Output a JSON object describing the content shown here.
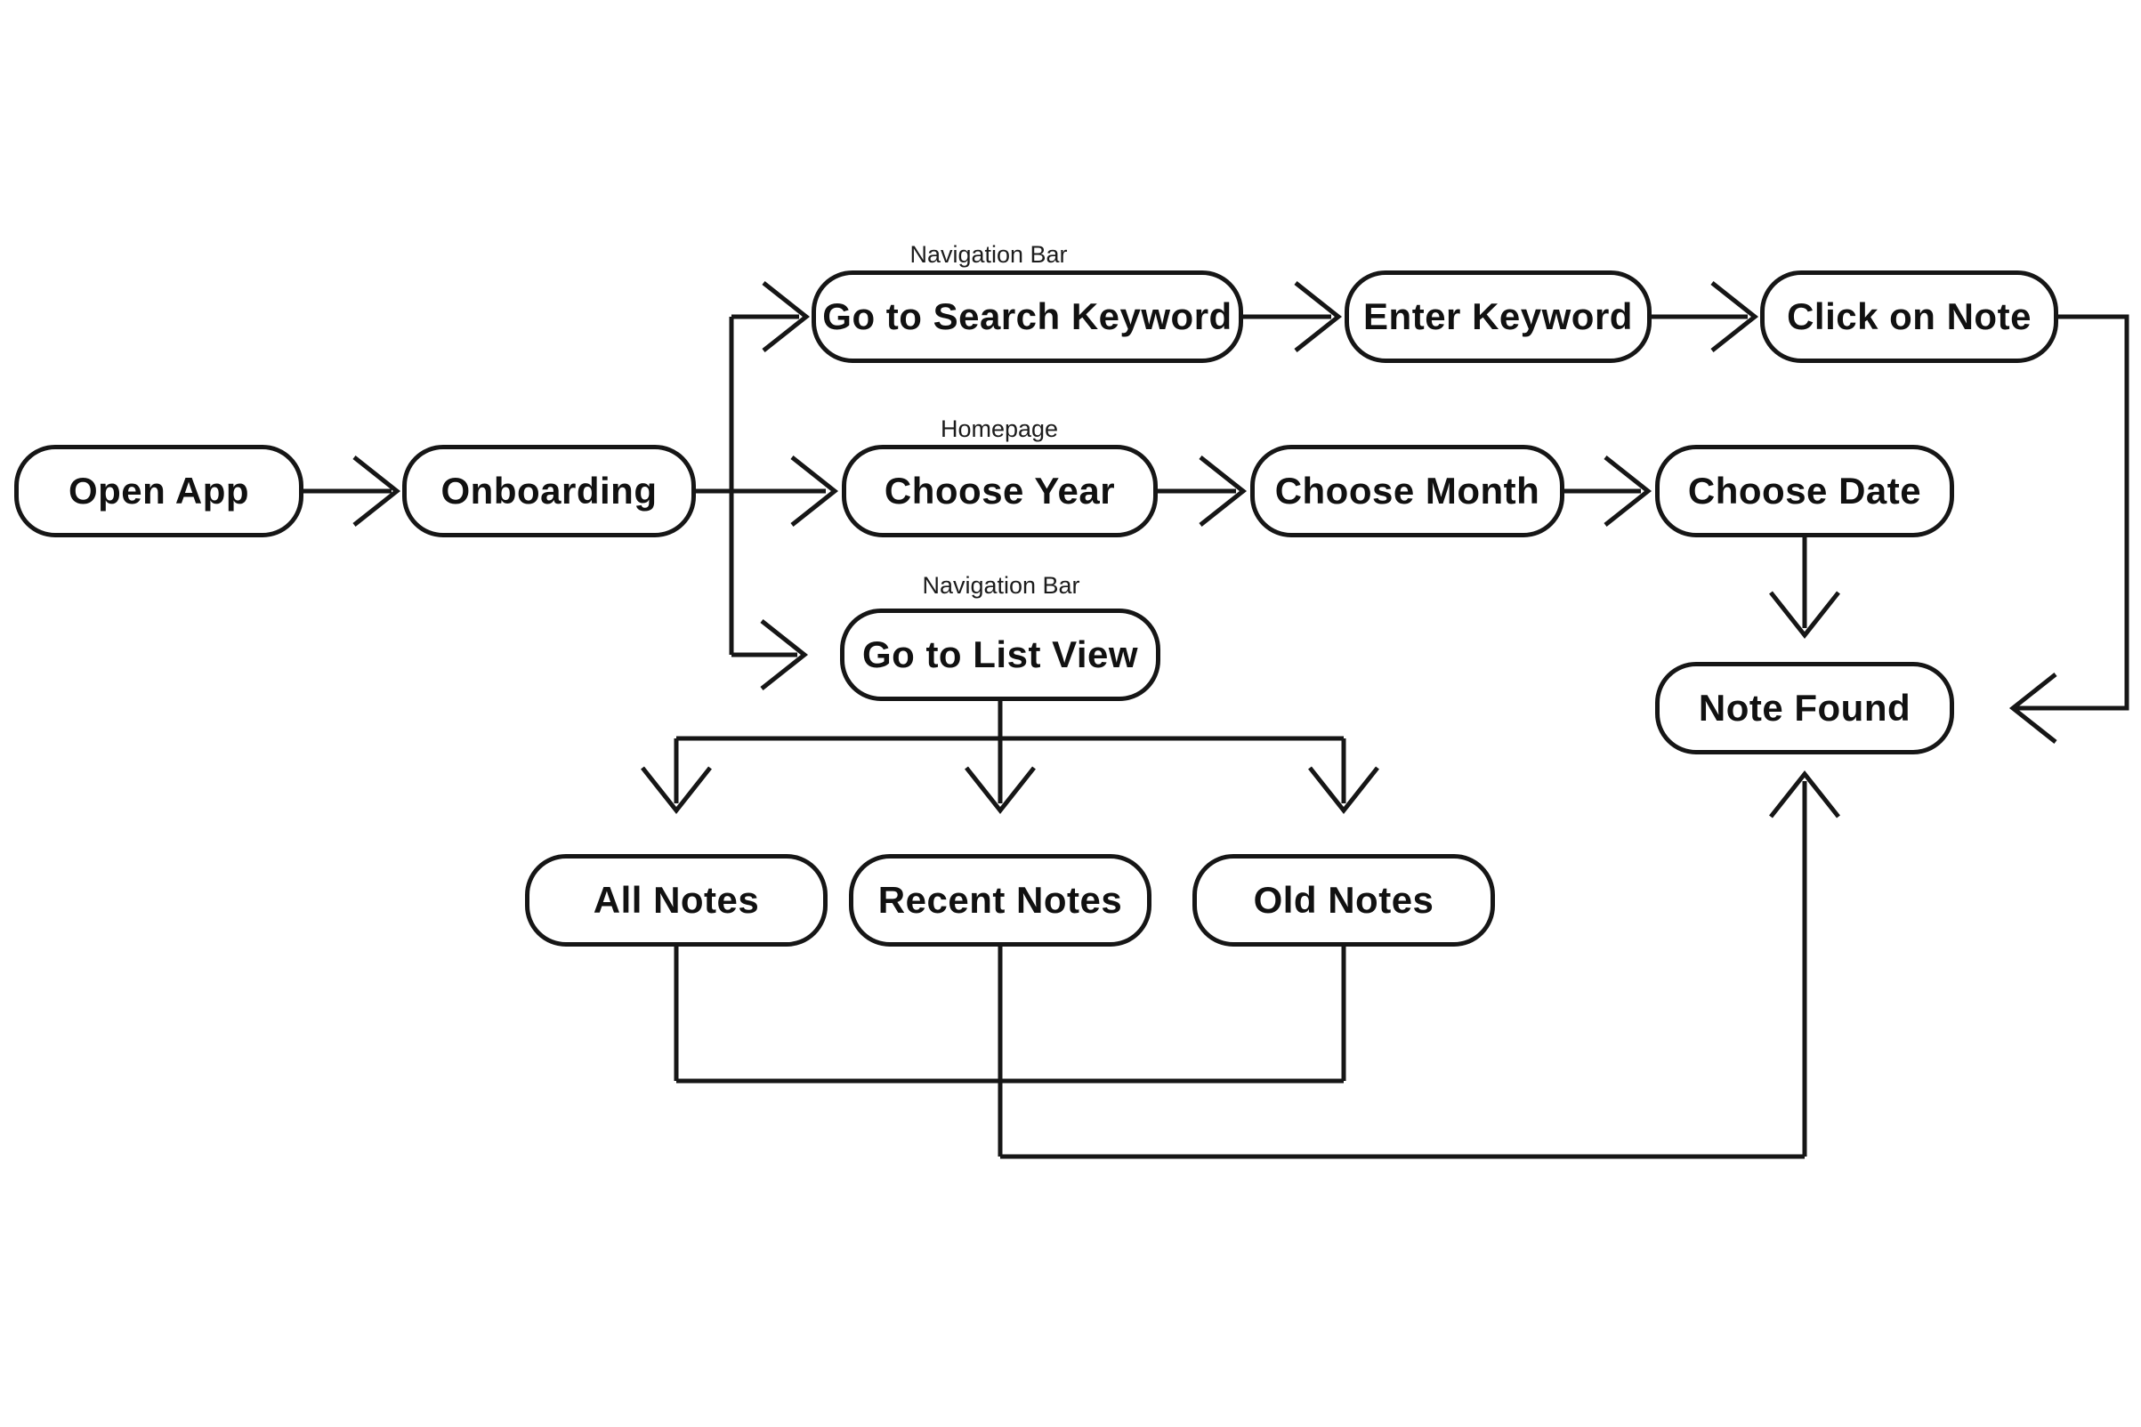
{
  "diagram": {
    "type": "flowchart",
    "background_color": "#ffffff",
    "stroke_color": "#161616",
    "nodes": {
      "open_app": {
        "label": "Open App"
      },
      "onboarding": {
        "label": "Onboarding"
      },
      "go_to_search_keyword": {
        "label": "Go to Search Keyword",
        "group_label": "Navigation Bar"
      },
      "enter_keyword": {
        "label": "Enter Keyword"
      },
      "click_on_note": {
        "label": "Click on Note"
      },
      "choose_year": {
        "label": "Choose Year",
        "group_label": "Homepage"
      },
      "choose_month": {
        "label": "Choose Month"
      },
      "choose_date": {
        "label": "Choose Date"
      },
      "go_to_list_view": {
        "label": "Go to List View",
        "group_label": "Navigation Bar"
      },
      "all_notes": {
        "label": "All Notes"
      },
      "recent_notes": {
        "label": "Recent Notes"
      },
      "old_notes": {
        "label": "Old Notes"
      },
      "note_found": {
        "label": "Note Found"
      }
    },
    "edges": [
      {
        "from": "Open App",
        "to": "Onboarding"
      },
      {
        "from": "Onboarding",
        "to": "Go to Search Keyword"
      },
      {
        "from": "Onboarding",
        "to": "Choose Year"
      },
      {
        "from": "Onboarding",
        "to": "Go to List View"
      },
      {
        "from": "Go to Search Keyword",
        "to": "Enter Keyword"
      },
      {
        "from": "Enter Keyword",
        "to": "Click on Note"
      },
      {
        "from": "Click on Note",
        "to": "Note Found"
      },
      {
        "from": "Choose Year",
        "to": "Choose Month"
      },
      {
        "from": "Choose Month",
        "to": "Choose Date"
      },
      {
        "from": "Choose Date",
        "to": "Note Found"
      },
      {
        "from": "Go to List View",
        "to": "All Notes"
      },
      {
        "from": "Go to List View",
        "to": "Recent Notes"
      },
      {
        "from": "Go to List View",
        "to": "Old Notes"
      },
      {
        "from": "All Notes",
        "to": "Note Found"
      },
      {
        "from": "Recent Notes",
        "to": "Note Found"
      },
      {
        "from": "Old Notes",
        "to": "Note Found"
      }
    ]
  }
}
